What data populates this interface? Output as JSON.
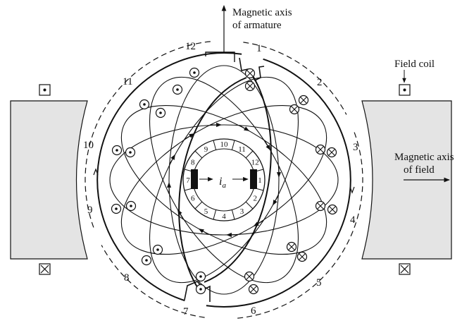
{
  "labels": {
    "armature_axis_line1": "Magnetic axis",
    "armature_axis_line2": "of armature",
    "field_coil": "Field coil",
    "field_axis_line1": "Magnetic axis",
    "field_axis_line2": "of field",
    "current_symbol": "i",
    "current_subscript": "a"
  },
  "outer_slot_numbers": [
    "1",
    "2",
    "3",
    "4",
    "5",
    "6",
    "7",
    "8",
    "9",
    "10",
    "11",
    "12"
  ],
  "commutator_segments": [
    "1",
    "2",
    "3",
    "4",
    "5",
    "6",
    "7",
    "8",
    "9",
    "10",
    "11",
    "12"
  ],
  "conductor_symbols": {
    "out_of_page": "dot",
    "into_page": "cross"
  },
  "colors": {
    "stator": "#e4e4e4",
    "ink": "#111111",
    "commutator": "#ffffff"
  }
}
